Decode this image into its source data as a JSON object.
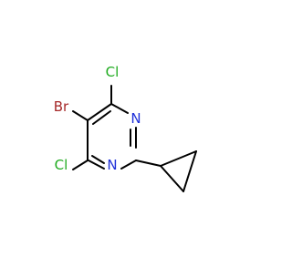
{
  "molecule": {
    "atoms": {
      "br": "Br",
      "cl_top": "Cl",
      "cl_left": "Cl",
      "n_upper": "N",
      "n_lower": "N"
    },
    "colors": {
      "bond": "#000000",
      "bromine": "#a62929",
      "chlorine": "#1fab1f",
      "nitrogen": "#1f30d9"
    }
  }
}
